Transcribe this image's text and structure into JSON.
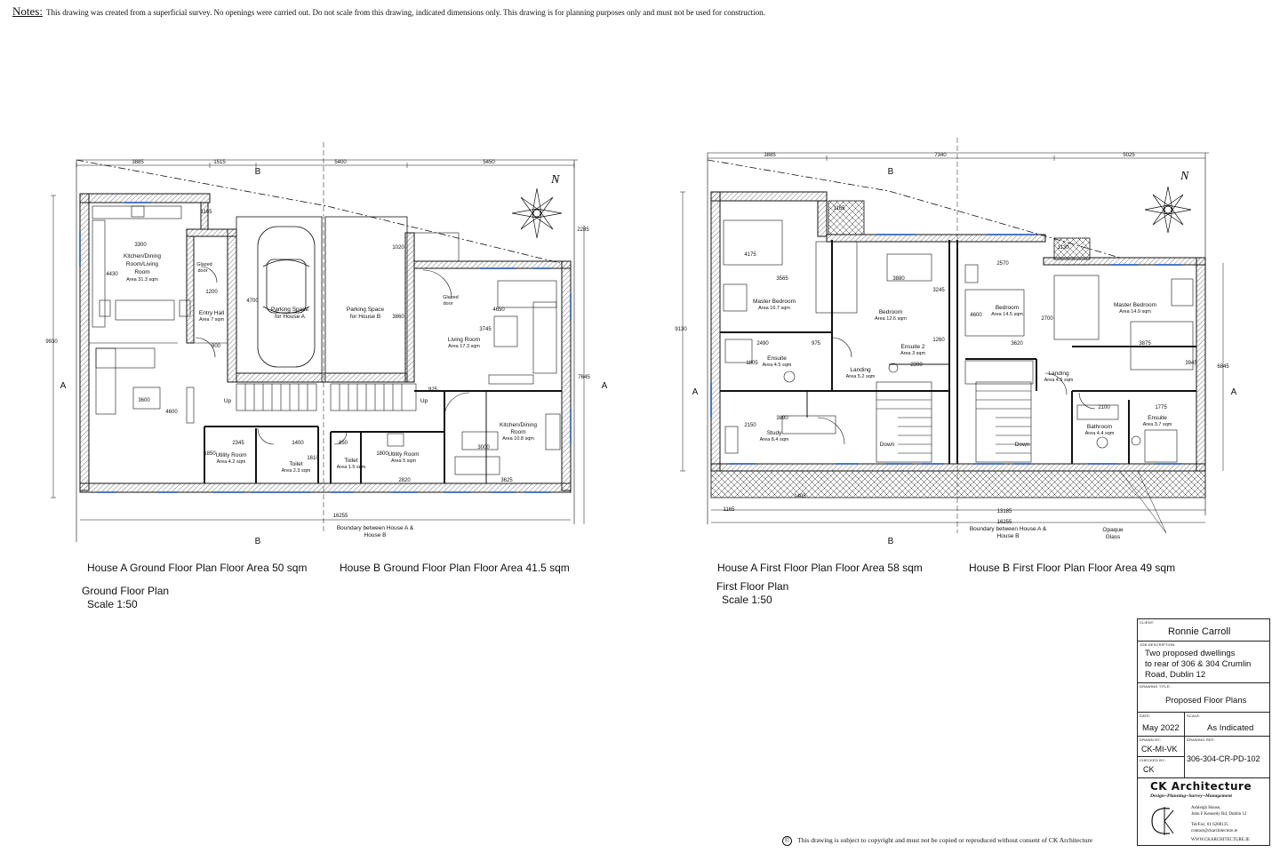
{
  "notes": {
    "heading": "Notes:",
    "text": "This drawing was created from a superficial survey.  No openings were carried out. Do not scale from this drawing, indicated dimensions only. This drawing is for planning purposes only and must not be used for construction."
  },
  "ground": {
    "section_labels": [
      "A",
      "A",
      "B",
      "B"
    ],
    "dims": [
      "3885",
      "1515",
      "5400",
      "5450",
      "1165",
      "2285",
      "1020",
      "3300",
      "4430",
      "1200",
      "900",
      "4700",
      "3860",
      "4650",
      "3745",
      "925",
      "9930",
      "7645",
      "3600",
      "4600",
      "2345",
      "1400",
      "1850",
      "1610",
      "850",
      "1800",
      "2820",
      "3625",
      "3000",
      "16255"
    ],
    "rooms": [
      {
        "name": "Kitchen/Dining Room/Living Room",
        "l1": "Kitchen/Dining",
        "l2": "Room/Living",
        "l3": "Room",
        "area": "Area 31.3 sqm"
      },
      {
        "name": "Entry Hall",
        "l1": "Entry Hall",
        "area": "Area 7 sqm"
      },
      {
        "name": "Glazed door A",
        "l1": "Glazed",
        "l2": "door"
      },
      {
        "name": "Parking Space for House A",
        "l1": "Parking Space",
        "l2": "for House A"
      },
      {
        "name": "Parking Space for House B",
        "l1": "Parking Space",
        "l2": "for House B"
      },
      {
        "name": "Glazed door B",
        "l1": "Glazed",
        "l2": "door"
      },
      {
        "name": "Living Room",
        "l1": "Living Room",
        "area": "Area 17.3 sqm"
      },
      {
        "name": "Kitchen/Dining Room B",
        "l1": "Kitchen/Dining",
        "l2": "Room",
        "area": "Area 10.8 sqm"
      },
      {
        "name": "Utility Room A",
        "l1": "Utility Room",
        "area": "Area 4.2 sqm"
      },
      {
        "name": "Toilet A",
        "l1": "Toilet",
        "area": "Area 2.3 sqm"
      },
      {
        "name": "Toilet B",
        "l1": "Toilet",
        "area": "Area 1.5 sqm"
      },
      {
        "name": "Utility Room B",
        "l1": "Utility Room",
        "area": "Area 5 sqm"
      }
    ],
    "stair_labels": [
      "Up",
      "Up"
    ],
    "boundary_l1": "Boundary between House A &",
    "boundary_l2": "House B",
    "caption_a": "House A Ground Floor Plan Floor Area 50 sqm",
    "caption_b": "House B Ground Floor Plan Floor Area 41.5 sqm",
    "plan_title": "Ground Floor Plan",
    "plan_scale": "Scale 1:50"
  },
  "first": {
    "section_labels": [
      "A",
      "A",
      "B",
      "B"
    ],
    "dims": [
      "3885",
      "7340",
      "5025",
      "1165",
      "1130",
      "9130",
      "6845",
      "4175",
      "3565",
      "3880",
      "3245",
      "2570",
      "4600",
      "2700",
      "3620",
      "3875",
      "2490",
      "975",
      "1805",
      "2390",
      "1260",
      "3945",
      "1775",
      "2100",
      "3890",
      "2150",
      "1165",
      "1405",
      "16255",
      "13185"
    ],
    "rooms": [
      {
        "name": "Master Bedroom A",
        "l1": "Master Bedroom",
        "area": "Area 16.7 sqm"
      },
      {
        "name": "Bedroom A",
        "l1": "Bedroom",
        "area": "Area 12.6 sqm"
      },
      {
        "name": "Bedroom B",
        "l1": "Bedroom",
        "area": "Area 14.5 sqm"
      },
      {
        "name": "Master Bedroom B",
        "l1": "Master Bedroom",
        "area": "Area 14.9 sqm"
      },
      {
        "name": "Ensuite A",
        "l1": "Ensuite",
        "area": "Area 4.5 sqm"
      },
      {
        "name": "Landing A",
        "l1": "Landing",
        "area": "Area 5.2 sqm"
      },
      {
        "name": "Ensuite 2",
        "l1": "Ensuite 2",
        "area": "Area 3 sqm"
      },
      {
        "name": "Landing B",
        "l1": "Landing",
        "area": "Area 4.5 sqm"
      },
      {
        "name": "Study",
        "l1": "Study",
        "area": "Area 8.4 sqm"
      },
      {
        "name": "Bathroom",
        "l1": "Bathroom",
        "area": "Area 4.4 sqm"
      },
      {
        "name": "Ensuite B",
        "l1": "Ensuite",
        "area": "Area 3.7 sqm"
      }
    ],
    "stair_labels": [
      "Down",
      "Down"
    ],
    "boundary_l1": "Boundary between House A &",
    "boundary_l2": "House B",
    "opaque_l1": "Opaque",
    "opaque_l2": "Glass",
    "caption_a": "House A First Floor Plan Floor Area 58 sqm",
    "caption_b": "House B First Floor Plan Floor Area 49 sqm",
    "plan_title": "First Floor Plan",
    "plan_scale": "Scale 1:50"
  },
  "north_label": "N",
  "title_block": {
    "client_label": "CLIENT:",
    "client": "Ronnie Carroll",
    "job_label": "JOB DESCRIPTION:",
    "job_l1": "Two proposed dwellings",
    "job_l2": "to rear of 306 & 304 Crumlin",
    "job_l3": "Road, Dublin 12",
    "title_label": "DRAWING TITLE:",
    "title": "Proposed Floor Plans",
    "date_label": "DATE:",
    "date": "May 2022",
    "scale_label": "SCALE:",
    "scale": "As Indicated",
    "drawn_label": "DRAWN BY:",
    "drawn": "CK-MI-VK",
    "ref_label": "DRAWING REF:",
    "ref": "306-304-CR-PD-102",
    "checked_label": "CHECKED BY:",
    "checked": "CK",
    "firm": "CK Architecture",
    "firm_tag": "Design~Planning~Survey~Management",
    "addr1": "Ashleigh House,",
    "addr2": "John F Kennedy Rd, Dublin 12",
    "tel": "Tel/Fax: 01 6208135",
    "email": "contact@ckarchitecture.ie",
    "web": "WWW.CKARCHITECTURE.IE"
  },
  "copyright": "This drawing is subject to copyright and must not be copied or reproduced without consent of CK Architecture",
  "colors": {
    "ink": "#111111",
    "glazing": "#4a78c8",
    "hatch": "#555555"
  }
}
